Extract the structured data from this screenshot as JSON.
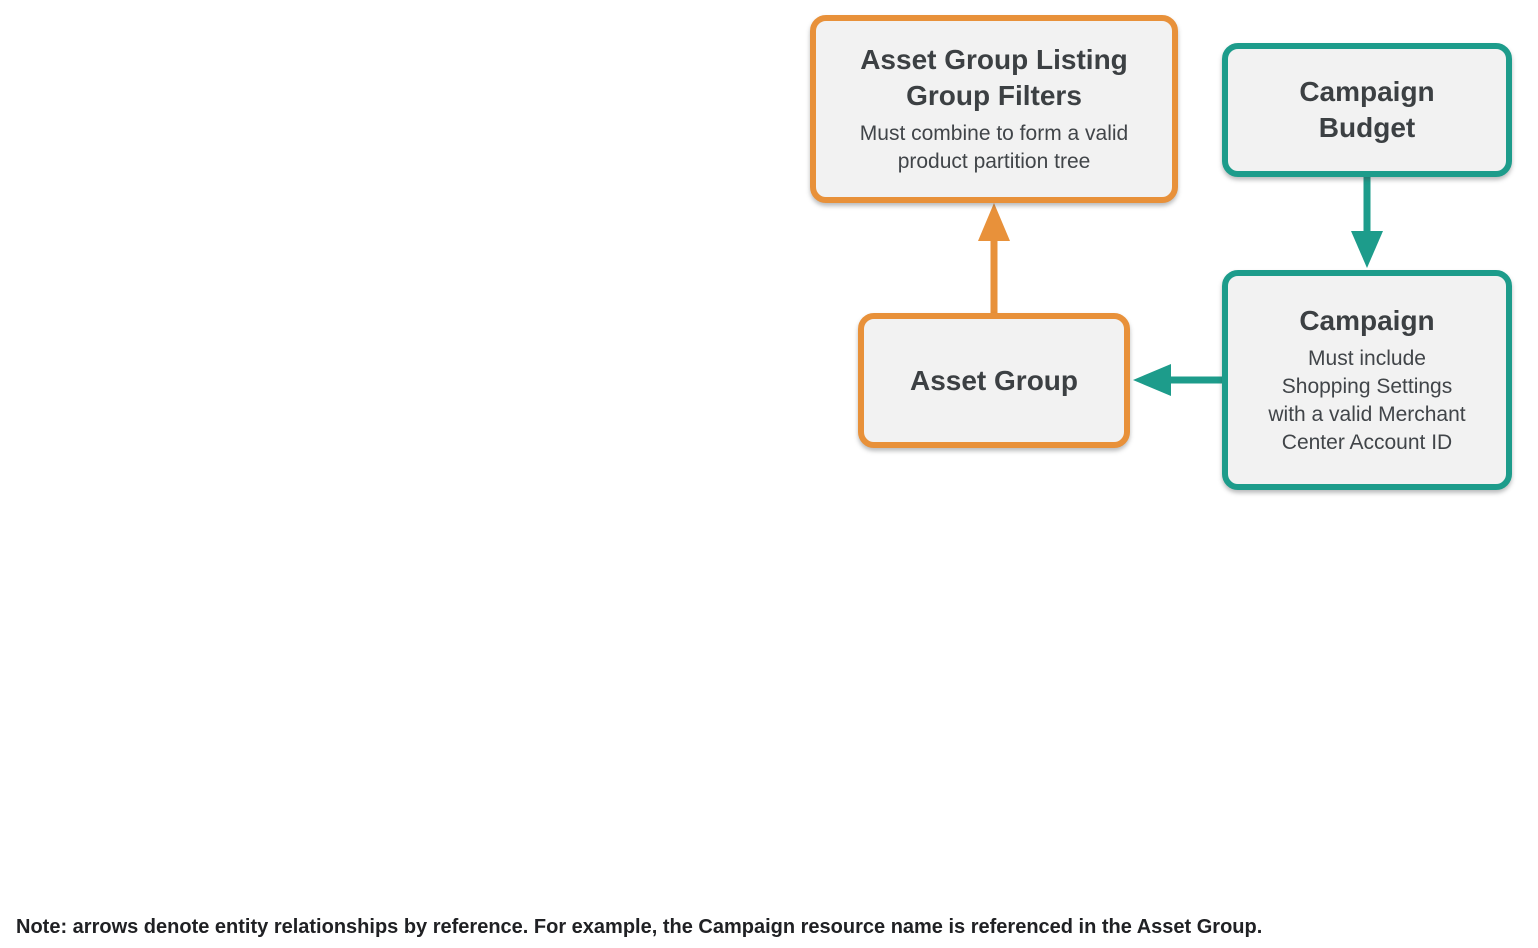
{
  "diagram": {
    "nodes": [
      {
        "id": "asset-group-listing-group-filters",
        "title": "Asset Group Listing Group Filters",
        "subtitle": "Must combine to form a valid product partition tree",
        "border_color": "#E8913A"
      },
      {
        "id": "campaign-budget",
        "title": "Campaign Budget",
        "subtitle": "",
        "border_color": "#1D9C8B"
      },
      {
        "id": "campaign",
        "title": "Campaign",
        "subtitle": "Must include Shopping Settings with a valid Merchant Center Account ID",
        "border_color": "#1D9C8B"
      },
      {
        "id": "asset-group",
        "title": "Asset Group",
        "subtitle": "",
        "border_color": "#E8913A"
      }
    ],
    "edges": [
      {
        "from": "asset-group",
        "to": "asset-group-listing-group-filters",
        "direction": "up",
        "color": "#E8913A"
      },
      {
        "from": "campaign-budget",
        "to": "campaign",
        "direction": "down",
        "color": "#1D9C8B"
      },
      {
        "from": "campaign",
        "to": "asset-group",
        "direction": "left",
        "color": "#1D9C8B"
      }
    ],
    "colors": {
      "orange": "#E8913A",
      "teal": "#1D9C8B",
      "node_fill": "#F2F2F2",
      "title_text": "#3C4043",
      "subtitle_text": "#414549",
      "note_text": "#202124"
    }
  },
  "note": "Note: arrows denote entity relationships by reference. For example, the Campaign resource name is referenced in the Asset Group."
}
